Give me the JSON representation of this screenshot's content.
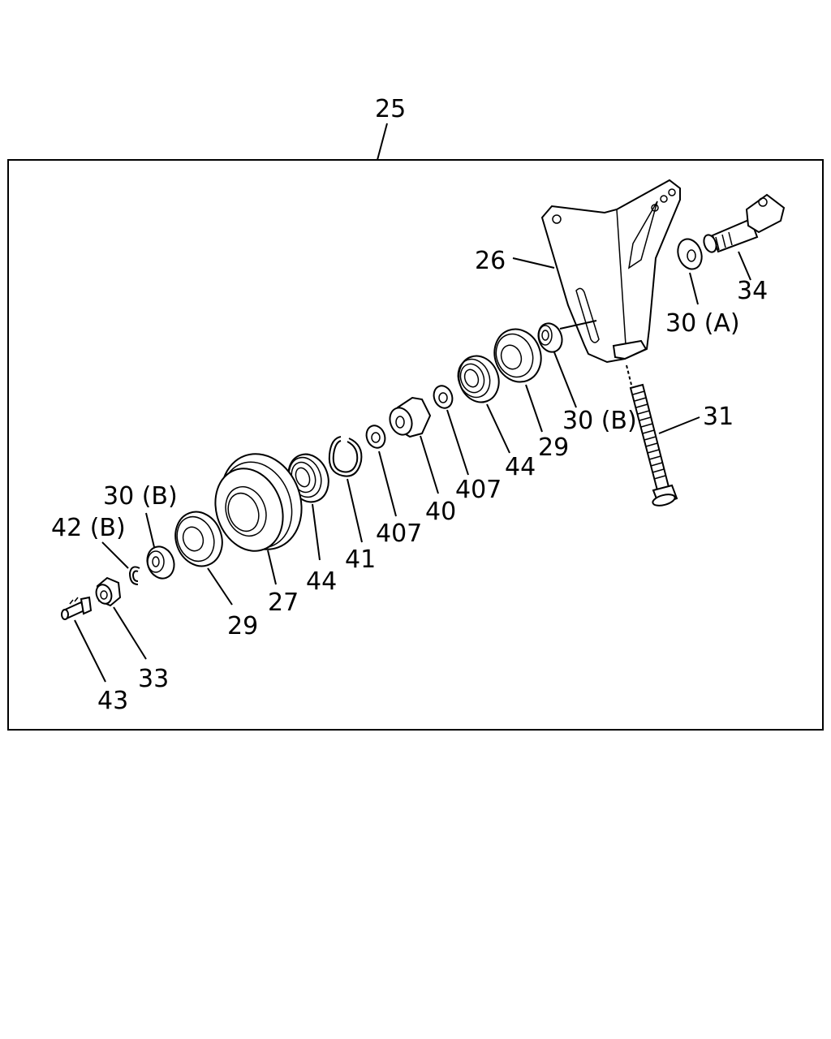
{
  "diagram": {
    "assembly_label": "25",
    "callouts": {
      "p26": "26",
      "p34": "34",
      "p30a": "30 (A)",
      "p30b_upper": "30 (B)",
      "p31": "31",
      "p29_upper": "29",
      "p44_upper": "44",
      "p407_upper": "407",
      "p40": "40",
      "p407_lower": "407",
      "p41": "41",
      "p44_lower": "44",
      "p27": "27",
      "p29_lower": "29",
      "p30b_lower": "30 (B)",
      "p42b": "42 (B)",
      "p33": "33",
      "p43": "43"
    }
  }
}
